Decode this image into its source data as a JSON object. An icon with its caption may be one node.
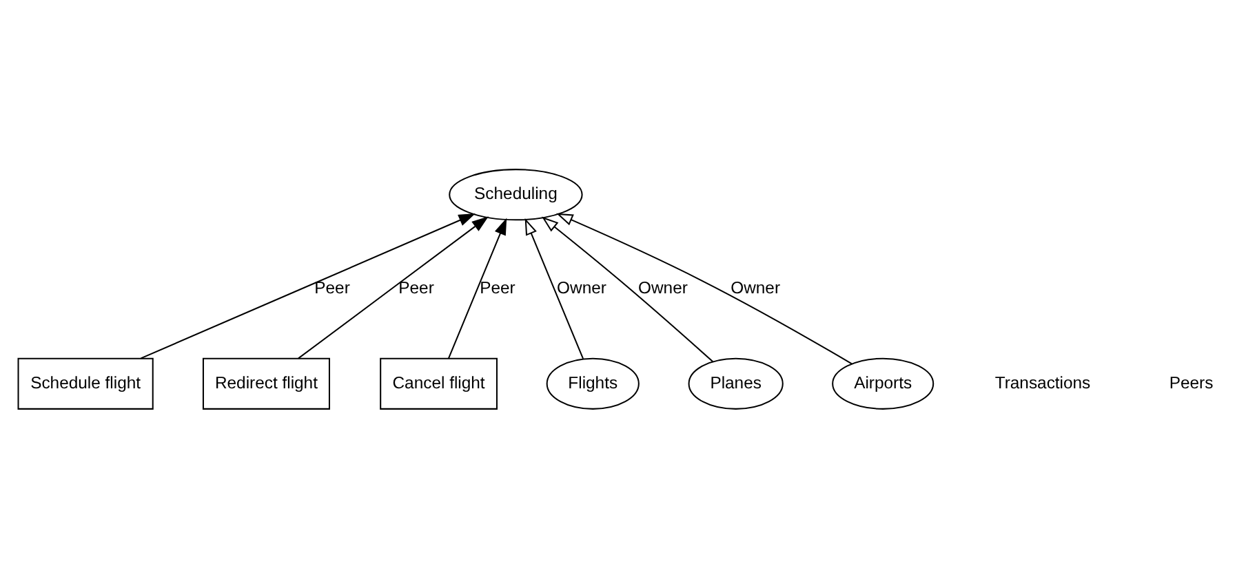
{
  "diagram": {
    "nodes": [
      {
        "text": [
          "Scheduling"
        ]
      },
      {
        "text": [
          "Schedule flight"
        ]
      },
      {
        "text": [
          "Redirect flight"
        ]
      },
      {
        "text": [
          "Cancel flight"
        ]
      },
      {
        "text": [
          "Flights"
        ]
      },
      {
        "text": [
          "Planes"
        ]
      },
      {
        "text": [
          "Airports"
        ]
      }
    ],
    "edges": [
      {
        "from": 1,
        "to": 0,
        "arrow": "to",
        "label": "Peer"
      },
      {
        "from": 2,
        "to": 0,
        "arrow": "to",
        "label": "Peer"
      },
      {
        "from": 3,
        "to": 0,
        "arrow": "to",
        "label": "Peer"
      },
      {
        "from": 4,
        "to": 0,
        "arrow": "to",
        "label": "Owner"
      },
      {
        "from": 5,
        "to": 0,
        "arrow": "to",
        "label": "Owner"
      },
      {
        "from": 6,
        "to": 0,
        "arrow": "to",
        "label": "Owner"
      }
    ],
    "labels": [
      "Transactions",
      "Peers"
    ]
  }
}
